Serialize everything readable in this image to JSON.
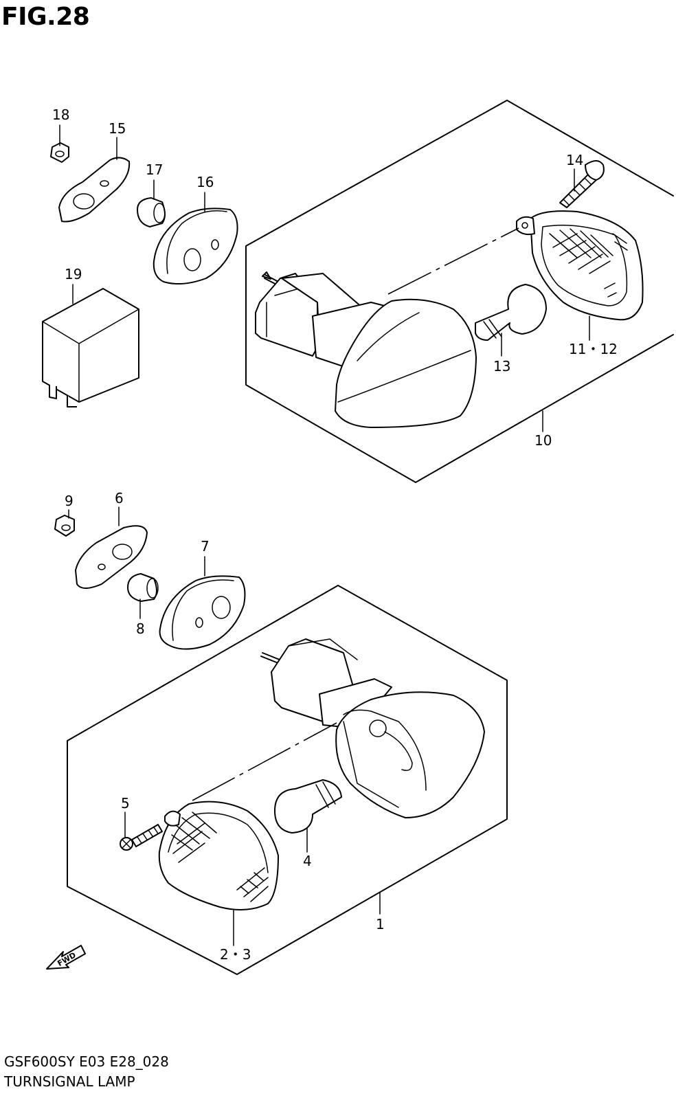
{
  "figure": {
    "title": "FIG.28",
    "model_code": "GSF600SY E03 E28_028",
    "section_name": "TURNSIGNAL LAMP",
    "fwd_label": "FWD"
  },
  "callouts": {
    "c1": "1",
    "c2_3": "2・3",
    "c4": "4",
    "c5": "5",
    "c6": "6",
    "c7": "7",
    "c8": "8",
    "c9": "9",
    "c10": "10",
    "c11_12": "11・12",
    "c13": "13",
    "c14": "14",
    "c15": "15",
    "c16": "16",
    "c17": "17",
    "c18": "18",
    "c19": "19"
  }
}
